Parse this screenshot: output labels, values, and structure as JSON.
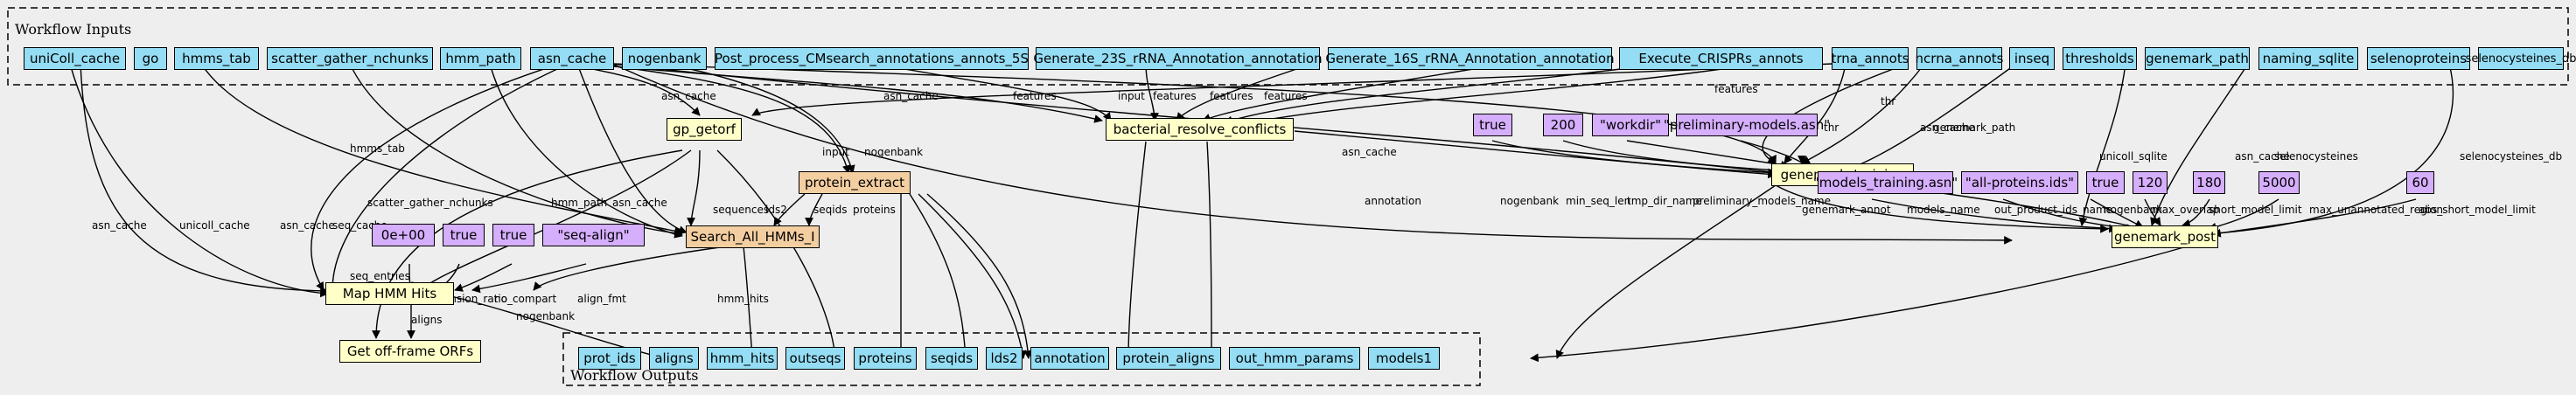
{
  "clusters": {
    "inputs_label": "Workflow Inputs",
    "outputs_label": "Workflow Outputs"
  },
  "colors": {
    "io_node": "#94ddf4",
    "step_node": "#ffffc8",
    "subworkflow_node": "#f3cea1",
    "param_node": "#d5aefc",
    "background": "#eeeeee"
  },
  "inputs": {
    "uniColl_cache": "uniColl_cache",
    "go": "go",
    "hmms_tab": "hmms_tab",
    "scatter_gather_nchunks": "scatter_gather_nchunks",
    "hmm_path": "hmm_path",
    "asn_cache": "asn_cache",
    "nogenbank": "nogenbank",
    "post_process": "Post_process_CMsearch_annotations_annots_5S",
    "gen23s": "Generate_23S_rRNA_Annotation_annotation",
    "gen16s": "Generate_16S_rRNA_Annotation_annotation",
    "crispr": "Execute_CRISPRs_annots",
    "trna": "trna_annots",
    "ncrna": "ncrna_annots",
    "inseq": "inseq",
    "thresholds": "thresholds",
    "genemark_path": "genemark_path",
    "naming_sqlite": "naming_sqlite",
    "selenoproteins": "selenoproteins",
    "selenocysteines_db": "selenocysteines_db"
  },
  "steps": {
    "gp_getorf": "gp_getorf",
    "protein_extract": "protein_extract",
    "search_all": "Search_All_HMMs_I",
    "map_hmm": "Map HMM Hits",
    "get_offframe": "Get off-frame ORFs",
    "bacterial_resolve": "bacterial_resolve_conflicts",
    "genemark_training": "genemark_training",
    "genemark_post": "genemark_post"
  },
  "params": {
    "p_0e00": "0e+00",
    "p_true_a": "true",
    "p_true_b": "true",
    "p_seq_align": "\"seq-align\"",
    "p_true_c": "true",
    "p_200": "200",
    "p_workdir": "\"workdir\"",
    "p_prelim": "\"preliminary-models.asn\"",
    "p_models_training": "\"models_training.asn\"",
    "p_all_proteins": "\"all-proteins.ids\"",
    "p_true_d": "true",
    "p_120": "120",
    "p_180": "180",
    "p_5000": "5000",
    "p_60": "60"
  },
  "outputs": {
    "prot_ids": "prot_ids",
    "aligns": "aligns",
    "hmm_hits": "hmm_hits",
    "outseqs": "outseqs",
    "proteins": "proteins",
    "seqids": "seqids",
    "lds2": "lds2",
    "annotation": "annotation",
    "protein_aligns": "protein_aligns",
    "out_hmm_params": "out_hmm_params",
    "models1": "models1"
  },
  "edge_labels": {
    "e_asn_cache_map": "asn_cache",
    "e_unicoll_map": "unicoll_cache",
    "e_asn_cache_map2": "asn_cache",
    "e_seq_cache": "seq_cache",
    "e_hmms_tab": "hmms_tab",
    "e_scatter": "scatter_gather_nchunks",
    "e_hmm_path": "hmm_path",
    "e_asn_cache_search": "asn_cache",
    "e_asn_cache_getorf": "asn_cache",
    "e_nogenbank_extract": "nogenbank",
    "e_input_extract": "input",
    "e_asn_cache_brc": "asn_cache",
    "e_input_brc": "input",
    "e_features1": "features",
    "e_features2": "features",
    "e_features3": "features",
    "e_features4": "features",
    "e_features5": "features",
    "e_sequences_search": "sequences",
    "e_lds2": "lds2",
    "e_seqids": "seqids",
    "e_proteins": "proteins",
    "e_seq_entries": "seq_entries",
    "e_expansion": "expansion_ratio",
    "e_no_compart": "no_compart",
    "e_nogenbank_map": "nogenbank",
    "e_align_fmt": "align_fmt",
    "e_hmm_hits": "hmm_hits",
    "e_aligns": "aligns",
    "e_annotation": "annotation",
    "e_nogenbank_gt": "nogenbank",
    "e_min_seq_len": "min_seq_len",
    "e_tmp_dir": "tmp_dir_name",
    "e_prelim_name": "preliminary_models_name",
    "e_asn_cache_gt": "asn_cache",
    "e_sequences_gt": "sequences",
    "e_thr_gt": "thr",
    "e_thr_gt2": "thr",
    "e_genemark_path": "genemark_path",
    "e_asn_cache_gp": "asn_cache",
    "e_unicoll_sqlite": "unicoll_sqlite",
    "e_selenocysteines": "selenocysteines",
    "e_selenocysteines_db": "selenocysteines_db",
    "e_genemark_annot": "genemark_annot",
    "e_models_name": "models_name",
    "e_out_product": "out_product_ids_name",
    "e_nogenbank_gp": "nogenbank",
    "e_max_overlap": "max_overlap",
    "e_short_model": "short_model_limit",
    "e_max_unannot": "max_unannotated_region",
    "e_abs_short": "abs_short_model_limit",
    "e_asn_cache_gp2": "asn_cache"
  }
}
